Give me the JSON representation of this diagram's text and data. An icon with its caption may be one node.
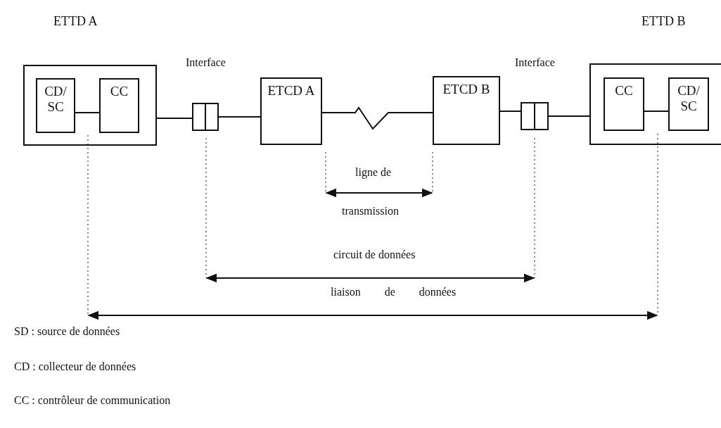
{
  "diagram": {
    "nodes": [
      {
        "text": [],
        "shape": "box"
      },
      {
        "text": [
          "CD/ SC"
        ],
        "in": 0
      },
      {
        "text": [
          "CC"
        ],
        "in": 0
      },
      {
        "text": [],
        "shape": "box"
      },
      {
        "text": [
          "ETCD A"
        ]
      },
      {
        "text": [
          "ETCD B"
        ]
      },
      {
        "text": [],
        "shape": "box"
      },
      {
        "text": [],
        "shape": "box"
      },
      {
        "text": [
          "CC"
        ],
        "in": 7
      },
      {
        "text": [
          "CD/ SC"
        ],
        "in": 7
      }
    ],
    "edges": [
      {
        "from": 1,
        "to": 2,
        "arrow": "none"
      },
      {
        "from": 0,
        "to": 3,
        "arrow": "none"
      },
      {
        "from": 3,
        "to": 4,
        "arrow": "none"
      },
      {
        "from": 4,
        "to": 5,
        "arrow": "none"
      },
      {
        "from": 5,
        "to": 6,
        "arrow": "none"
      },
      {
        "from": 6,
        "to": 7,
        "arrow": "none"
      },
      {
        "from": 8,
        "to": 9,
        "arrow": "none"
      }
    ],
    "labels": [
      "ETTD A",
      "ETTD B",
      "Interface",
      "Interface",
      "ligne de",
      "transmission",
      "circuit de données",
      "liaison de données",
      "SD : source de données",
      "CD : collecteur de données",
      "CC : contrôleur de communication"
    ]
  }
}
